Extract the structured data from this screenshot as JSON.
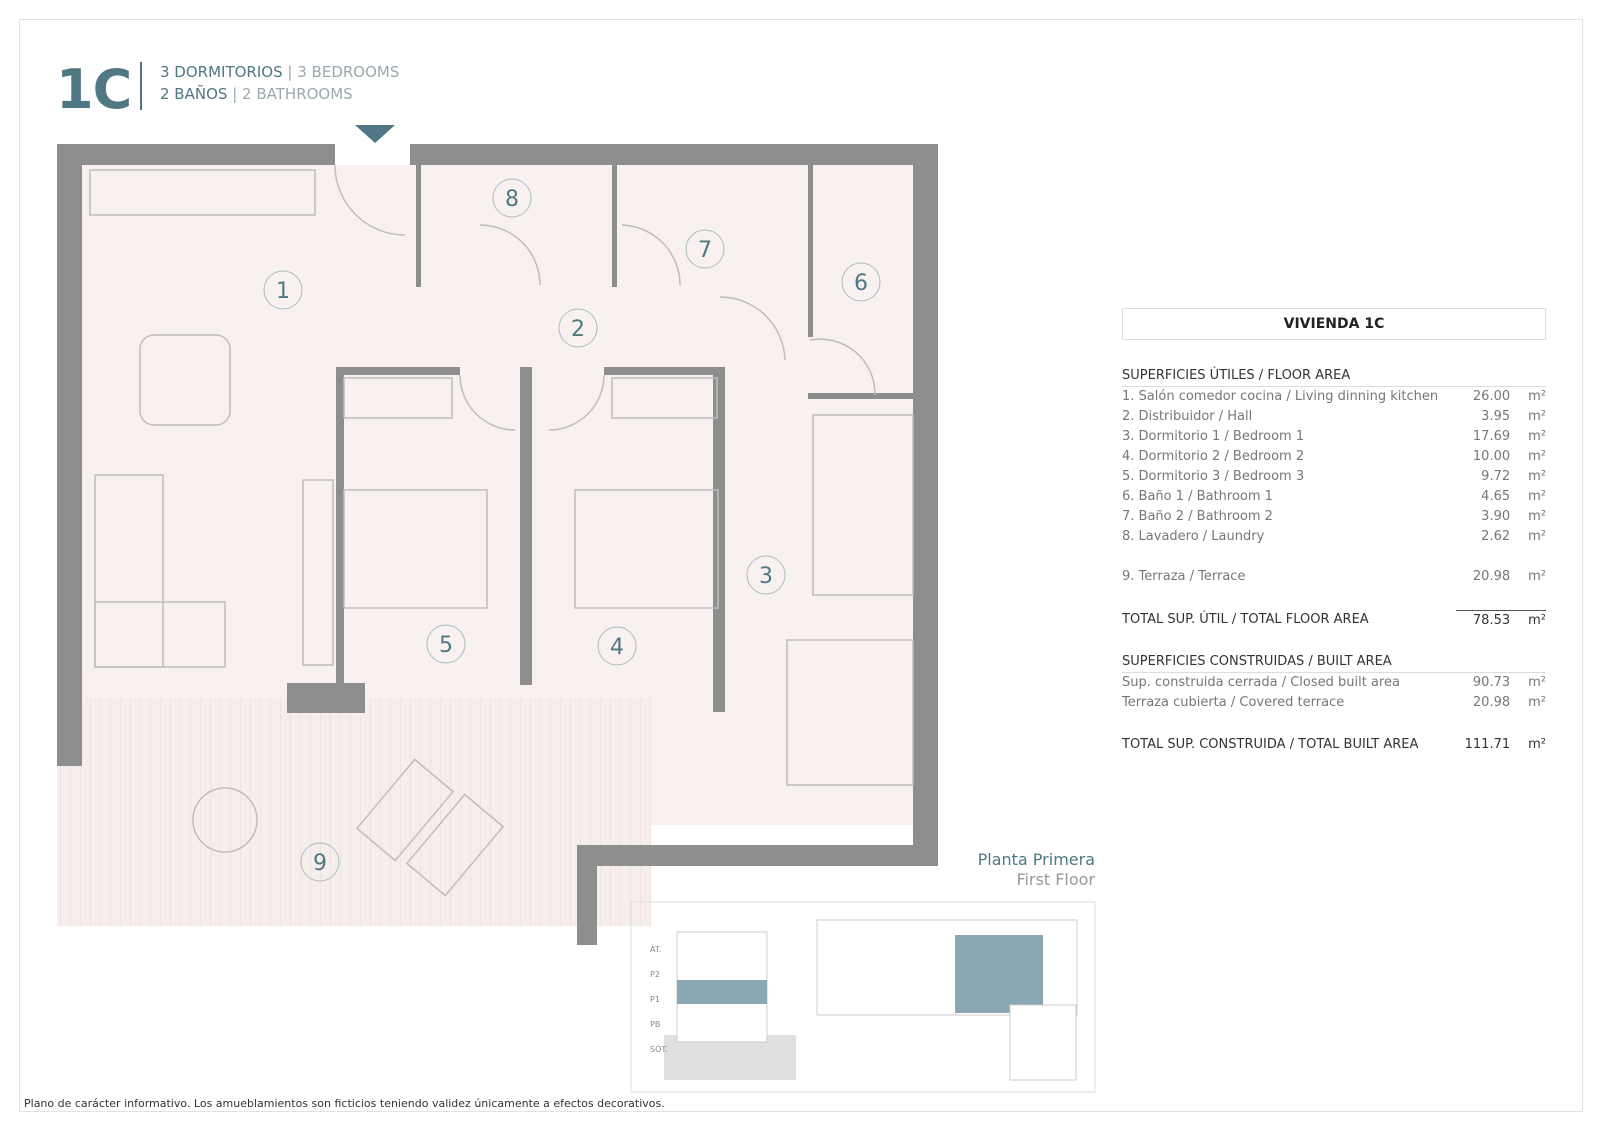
{
  "header": {
    "unit": "1C",
    "bedrooms_es": "3 DORMITORIOS",
    "bedrooms_en": "3 BEDROOMS",
    "bathrooms_es": "2 BAÑOS",
    "bathrooms_en": "2 BATHROOMS",
    "separator": "|"
  },
  "colors": {
    "accent": "#4f7784",
    "wall": "#8e8e8e",
    "floor": "#f8f1ef",
    "highlight": "#8aa8b4"
  },
  "rooms": [
    "1",
    "2",
    "3",
    "4",
    "5",
    "6",
    "7",
    "8",
    "9"
  ],
  "summary": {
    "title": "VIVIENDA 1C",
    "floor_area_heading": "SUPERFICIES ÚTILES / FLOOR AREA",
    "unit": "m²",
    "floor_items": [
      {
        "label": "1. Salón comedor cocina / Living dinning kitchen",
        "value": "26.00"
      },
      {
        "label": "2. Distribuidor / Hall",
        "value": "3.95"
      },
      {
        "label": "3. Dormitorio 1 / Bedroom 1",
        "value": "17.69"
      },
      {
        "label": "4. Dormitorio 2 / Bedroom 2",
        "value": "10.00"
      },
      {
        "label": "5. Dormitorio 3 / Bedroom 3",
        "value": "9.72"
      },
      {
        "label": "6. Baño 1 / Bathroom 1",
        "value": "4.65"
      },
      {
        "label": "7. Baño 2 / Bathroom 2",
        "value": "3.90"
      },
      {
        "label": "8. Lavadero / Laundry",
        "value": "2.62"
      }
    ],
    "terrace": {
      "label": "9. Terraza / Terrace",
      "value": "20.98"
    },
    "total_floor": {
      "label": "TOTAL SUP. ÚTIL / TOTAL FLOOR AREA",
      "value": "78.53"
    },
    "built_heading": "SUPERFICIES CONSTRUIDAS / BUILT AREA",
    "built_items": [
      {
        "label": "Sup. construida cerrada / Closed built area",
        "value": "90.73"
      },
      {
        "label": "Terraza cubierta / Covered terrace",
        "value": "20.98"
      }
    ],
    "total_built": {
      "label": "TOTAL SUP. CONSTRUIDA /  TOTAL BUILT AREA",
      "value": "111.71"
    }
  },
  "floor": {
    "es": "Planta Primera",
    "en": "First Floor"
  },
  "levels": [
    "ÁT.",
    "P2",
    "P1",
    "PB",
    "SÓT."
  ],
  "note": "Plano de carácter informativo. Los amueblamientos son ficticios teniendo validez únicamente a efectos decorativos."
}
